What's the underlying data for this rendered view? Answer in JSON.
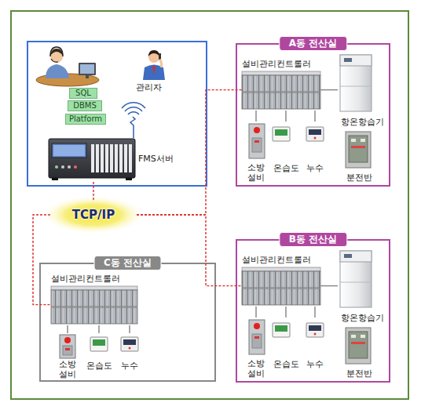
{
  "diagram": {
    "nodes": [
      {
        "text": [
          "SQL"
        ]
      },
      {
        "text": [
          "DBMS"
        ]
      },
      {
        "text": [
          "Platform"
        ]
      },
      {
        "text": [
          "관리자"
        ]
      },
      {
        "text": [
          "FMS서버"
        ]
      },
      {
        "text": [
          "A동 전산실"
        ]
      },
      {
        "text": [
          "설비관리컨트롤러"
        ],
        "in": 5
      },
      {
        "text": [
          "항온항습기"
        ],
        "in": 5
      },
      {
        "text": [
          "소방 설비"
        ],
        "in": 5
      },
      {
        "text": [
          "온습도"
        ],
        "in": 5
      },
      {
        "text": [
          "누수"
        ],
        "in": 5
      },
      {
        "text": [
          "분전반"
        ],
        "in": 5
      },
      {
        "text": [
          "TCP/IP"
        ]
      },
      {
        "text": [
          "B동 전산실"
        ]
      },
      {
        "text": [
          "설비관리컨트롤러"
        ],
        "in": 13
      },
      {
        "text": [
          "항온항습기"
        ],
        "in": 13
      },
      {
        "text": [
          "소방 설비"
        ],
        "in": 13
      },
      {
        "text": [
          "온습도"
        ],
        "in": 13
      },
      {
        "text": [
          "누수"
        ],
        "in": 13
      },
      {
        "text": [
          "분전반"
        ],
        "in": 13
      },
      {
        "text": [
          "C동 전산실"
        ]
      },
      {
        "text": [
          "설비관리컨트롤러"
        ],
        "in": 20
      },
      {
        "text": [
          "소방 설비"
        ],
        "in": 20
      },
      {
        "text": [
          "온습도"
        ],
        "in": 20
      },
      {
        "text": [
          "누수"
        ],
        "in": 20
      }
    ],
    "edges": [
      {
        "from": 4,
        "to": 12,
        "arrow": "none"
      },
      {
        "from": 12,
        "to": 6,
        "arrow": "none"
      },
      {
        "from": 12,
        "to": 14,
        "arrow": "none"
      },
      {
        "from": 12,
        "to": 21,
        "arrow": "none"
      },
      {
        "from": 6,
        "to": 7,
        "arrow": "none"
      },
      {
        "from": 6,
        "to": 8,
        "arrow": "none"
      },
      {
        "from": 6,
        "to": 9,
        "arrow": "none"
      },
      {
        "from": 6,
        "to": 10,
        "arrow": "none"
      },
      {
        "from": 14,
        "to": 15,
        "arrow": "none"
      },
      {
        "from": 14,
        "to": 16,
        "arrow": "none"
      },
      {
        "from": 14,
        "to": 17,
        "arrow": "none"
      },
      {
        "from": 14,
        "to": 18,
        "arrow": "none"
      },
      {
        "from": 21,
        "to": 22,
        "arrow": "none"
      },
      {
        "from": 21,
        "to": 23,
        "arrow": "none"
      },
      {
        "from": 21,
        "to": 24,
        "arrow": "none"
      }
    ]
  }
}
